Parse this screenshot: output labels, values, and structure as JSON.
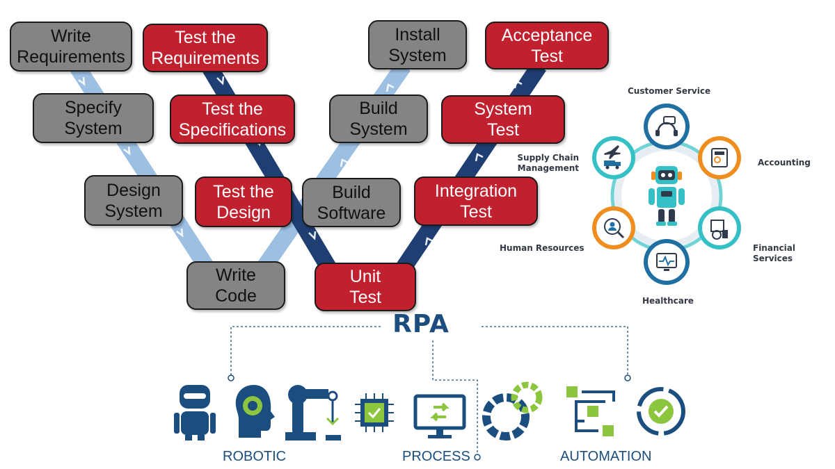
{
  "vmodel": {
    "boxes": [
      {
        "id": "write-requirements",
        "label": "Write\nRequirements",
        "kind": "process"
      },
      {
        "id": "test-requirements",
        "label": "Test the\nRequirements",
        "kind": "test"
      },
      {
        "id": "specify-system",
        "label": "Specify\nSystem",
        "kind": "process"
      },
      {
        "id": "test-specifications",
        "label": "Test the\nSpecifications",
        "kind": "test"
      },
      {
        "id": "design-system",
        "label": "Design\nSystem",
        "kind": "process"
      },
      {
        "id": "test-design",
        "label": "Test the\nDesign",
        "kind": "test"
      },
      {
        "id": "write-code",
        "label": "Write\nCode",
        "kind": "process"
      },
      {
        "id": "unit-test",
        "label": "Unit\nTest",
        "kind": "test"
      },
      {
        "id": "build-software",
        "label": "Build\nSoftware",
        "kind": "process"
      },
      {
        "id": "build-system",
        "label": "Build\nSystem",
        "kind": "process"
      },
      {
        "id": "install-system",
        "label": "Install\nSystem",
        "kind": "process"
      },
      {
        "id": "integration-test",
        "label": "Integration\nTest",
        "kind": "test"
      },
      {
        "id": "system-test",
        "label": "System\nTest",
        "kind": "test"
      },
      {
        "id": "acceptance-test",
        "label": "Acceptance\nTest",
        "kind": "test"
      }
    ],
    "colors": {
      "process": "#858383",
      "test": "#c1202e",
      "light_arrow": "#9dbfe2",
      "dark_arrow": "#1f3f73"
    }
  },
  "rpa_wheel": {
    "labels": {
      "customer_service": "Customer Service",
      "accounting": "Accounting",
      "financial_services": "Financial Services",
      "healthcare": "Healthcare",
      "human_resources": "Human Resources",
      "supply_chain": "Supply Chain\nManagement"
    },
    "icons": [
      "headset-icon",
      "calculator-icon",
      "coins-icon",
      "heart-monitor-icon",
      "people-search-icon",
      "truck-plane-icon",
      "robot-icon"
    ],
    "colors": {
      "teal": "#35c0c5",
      "orange": "#ef8d1f",
      "blue": "#1f6fa3"
    }
  },
  "rpa": {
    "title": "RPA",
    "words": {
      "robotic": "ROBOTIC",
      "process": "PROCESS",
      "automation": "AUTOMATION"
    },
    "icons": [
      "robot-icon",
      "head-gear-icon",
      "robot-arm-icon",
      "chip-check-icon",
      "monitor-arrows-icon",
      "gears-icon",
      "flow-steps-icon",
      "cycle-check-icon"
    ],
    "colors": {
      "navy": "#1b4e7e",
      "green": "#8cc63f"
    }
  }
}
